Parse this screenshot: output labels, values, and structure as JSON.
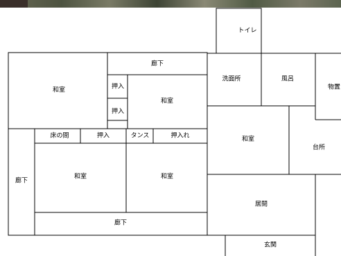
{
  "rooms": {
    "toilet": "トイレ",
    "corridor_top": "廊下",
    "washroom": "洗面所",
    "bath": "風呂",
    "storage": "物置",
    "washitsu_top_left": "和室",
    "oshiire_1": "押入",
    "oshiire_2": "押入",
    "washitsu_top_mid": "和室",
    "washitsu_mid_right": "和室",
    "kitchen": "台所",
    "tokonoma": "床の間",
    "oshiire_3": "押入",
    "tansu": "タンス",
    "oshiire_re": "押入れ",
    "corridor_left": "廊下",
    "washitsu_bottom_left": "和室",
    "washitsu_bottom_mid": "和室",
    "living": "居間",
    "corridor_bottom": "廊下",
    "entrance": "玄関"
  }
}
